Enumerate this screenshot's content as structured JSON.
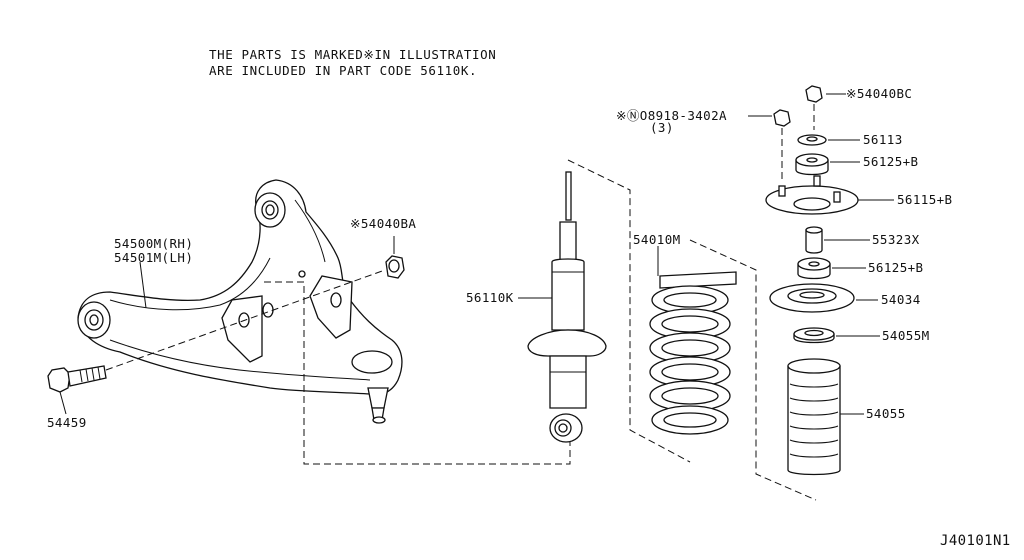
{
  "note": {
    "line1": "THE PARTS IS MARKED※IN ILLUSTRATION",
    "line2": "ARE INCLUDED IN PART CODE 56110K."
  },
  "labels": {
    "p54040BC": "※54040BC",
    "p08918": "※ⓃO8918-3402A",
    "p08918_qty": "(3)",
    "p56113": "56113",
    "p56125B_top": "56125+B",
    "p56115B": "56115+B",
    "p55323X": "55323X",
    "p56125B_low": "56125+B",
    "p54034": "54034",
    "p54055M": "54055M",
    "p54055": "54055",
    "p54010M": "54010M",
    "p56110K": "56110K",
    "p54040BA": "※54040BA",
    "p54500M": "54500M(RH)",
    "p54501M": "54501M(LH)",
    "p54459": "54459"
  },
  "diagram_code": "J40101N1"
}
